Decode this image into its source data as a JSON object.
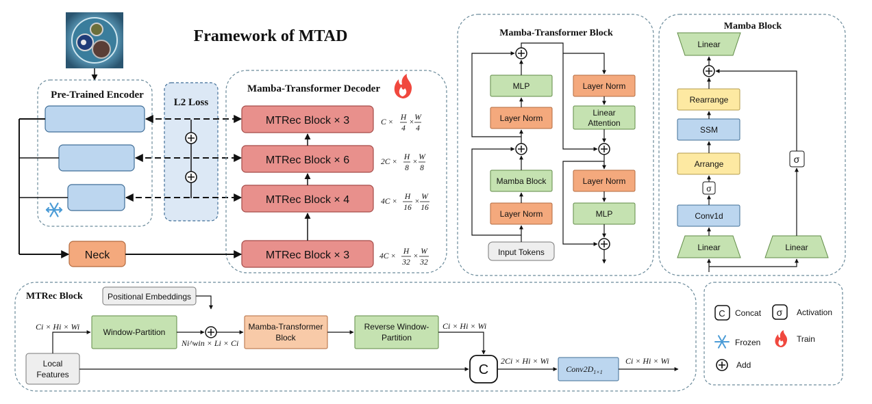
{
  "title": "Framework of MTAD",
  "colors": {
    "blue_box": "#bcd6ef",
    "red_box": "#e8908c",
    "orange_box": "#f4a97d",
    "green_box": "#c5e2b1",
    "yellow_box": "#fde9a2",
    "gray_box": "#eeeeee",
    "l2_panel": "#dce8f5",
    "dashed_border": "#6a8a9a"
  },
  "encoder": {
    "title": "Pre-Trained Encoder"
  },
  "l2": {
    "title": "L2 Loss"
  },
  "decoder": {
    "title": "Mamba-Transformer Decoder",
    "blocks": [
      "MTRec Block × 3",
      "MTRec Block × 6",
      "MTRec Block × 4",
      "MTRec Block × 3"
    ],
    "dims": [
      {
        "prefix": "C ×",
        "h_num": "H",
        "h_den": "4",
        "w_num": "W",
        "w_den": "4"
      },
      {
        "prefix": "2C ×",
        "h_num": "H",
        "h_den": "8",
        "w_num": "W",
        "w_den": "8"
      },
      {
        "prefix": "4C ×",
        "h_num": "H",
        "h_den": "16",
        "w_num": "W",
        "w_den": "16"
      },
      {
        "prefix": "4C ×",
        "h_num": "H",
        "h_den": "32",
        "w_num": "W",
        "w_den": "32"
      }
    ]
  },
  "neck": {
    "label": "Neck"
  },
  "mtb": {
    "title": "Mamba-Transformer Block",
    "mlp_left": "MLP",
    "ln_left_top": "Layer Norm",
    "mamba": "Mamba Block",
    "ln_left_bottom": "Layer Norm",
    "input": "Input Tokens",
    "ln_right_top": "Layer Norm",
    "linear_attention_1": "Linear",
    "linear_attention_2": "Attention",
    "ln_right_bottom": "Layer Norm",
    "mlp_right": "MLP"
  },
  "mamba_block": {
    "title": "Mamba Block",
    "linear_top": "Linear",
    "rearrange": "Rearrange",
    "ssm": "SSM",
    "arrange": "Arrange",
    "sigma": "σ",
    "conv1d": "Conv1d",
    "linear_bottom_left": "Linear",
    "linear_bottom_right": "Linear"
  },
  "mtrec": {
    "title": "MTRec Block",
    "pos_emb": "Positional Embeddings",
    "window_partition": "Window-Partition",
    "mtb_1": "Mamba-Transformer",
    "mtb_2": "Block",
    "rev_1": "Reverse Window-",
    "rev_2": "Partition",
    "local_1": "Local",
    "local_2": "Features",
    "concat": "C",
    "conv": "Conv2D",
    "conv_sub": "1×1",
    "dim_in": "Ci × Hi × Wi",
    "dim_win": "Ni^win × Li × Ci",
    "dim_rev": "Ci × Hi × Wi",
    "dim_concat": "2Ci × Hi × Wi",
    "dim_out": "Ci × Hi × Wi"
  },
  "legend": {
    "concat_symbol": "C",
    "concat": "Concat",
    "sigma_symbol": "σ",
    "activation": "Activation",
    "frozen": "Frozen",
    "train": "Train",
    "add": "Add"
  }
}
